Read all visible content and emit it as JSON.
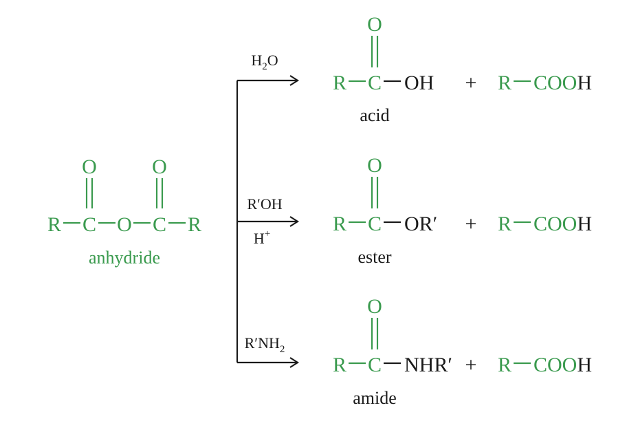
{
  "colors": {
    "structure": "#3a9a4e",
    "text": "#1a1a1a",
    "background": "#ffffff"
  },
  "anhydride": {
    "r_left": "R",
    "c1": "C",
    "bridge_o": "O",
    "c2": "C",
    "r_right": "R",
    "carbonyl_o": "O",
    "label": "anhydride"
  },
  "reactions": [
    {
      "reagent_main": "H",
      "reagent_sub": "2",
      "reagent_tail": "O",
      "reagent_line2": "",
      "product": {
        "r": "R",
        "c": "C",
        "o": "O",
        "group": "OH",
        "name": "acid"
      },
      "plus": "+",
      "byproduct": {
        "r": "R",
        "acid_green": "COO",
        "acid_black": "H"
      }
    },
    {
      "reagent_main": "R′OH",
      "reagent_sub": "",
      "reagent_tail": "",
      "reagent_line2": "H",
      "reagent_line2_sup": "+",
      "product": {
        "r": "R",
        "c": "C",
        "o": "O",
        "group": "OR′",
        "name": "ester"
      },
      "plus": "+",
      "byproduct": {
        "r": "R",
        "acid_green": "COO",
        "acid_black": "H"
      }
    },
    {
      "reagent_main": "R′NH",
      "reagent_sub": "2",
      "reagent_tail": "",
      "reagent_line2": "",
      "product": {
        "r": "R",
        "c": "C",
        "o": "O",
        "group": "NHR′",
        "name": "amide"
      },
      "plus": "+",
      "byproduct": {
        "r": "R",
        "acid_green": "COO",
        "acid_black": "H"
      }
    }
  ]
}
